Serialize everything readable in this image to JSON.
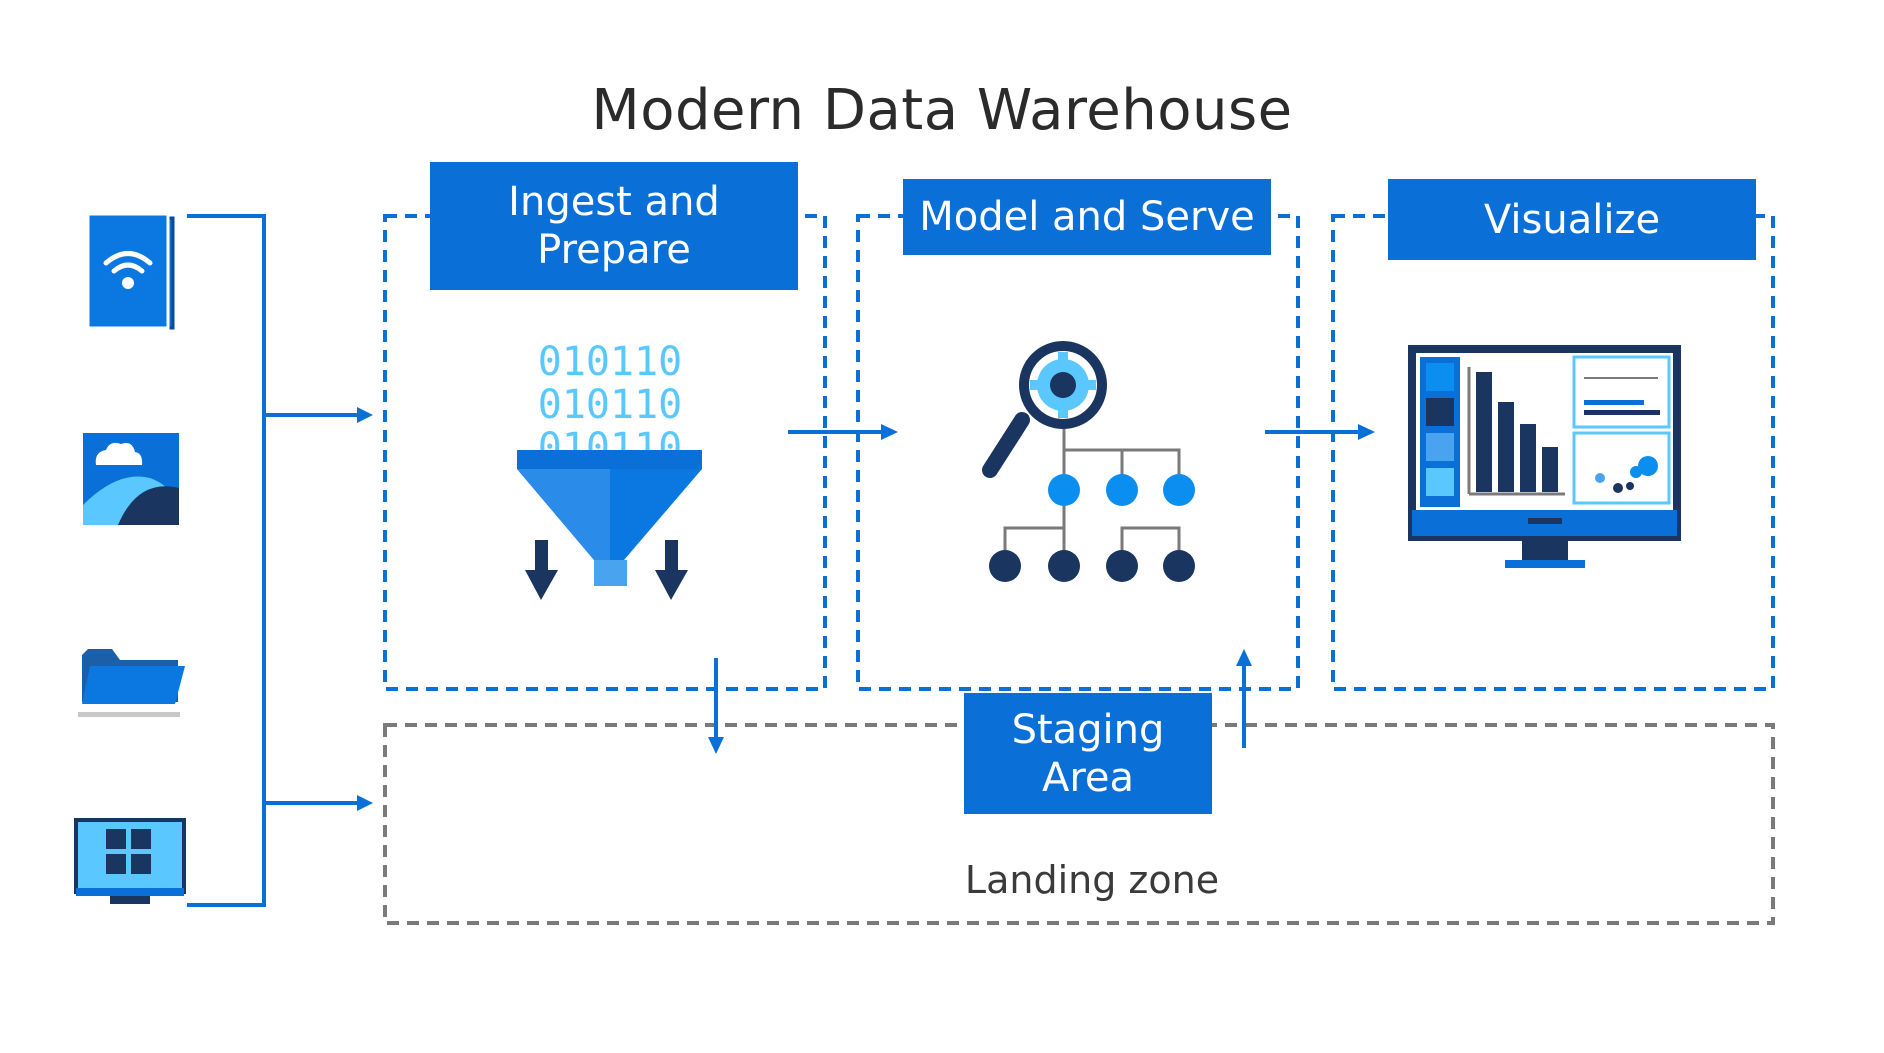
{
  "title": "Modern Data Warehouse",
  "stages": {
    "ingest": "Ingest and Prepare",
    "model": "Model and Serve",
    "visualize": "Visualize",
    "staging": "Staging Area"
  },
  "landing_zone": "Landing zone",
  "binary_rows": [
    "010110",
    "010110",
    "010110"
  ],
  "sources": [
    "iot-device-icon",
    "cloud-storage-icon",
    "folder-icon",
    "windows-pc-icon"
  ],
  "colors": {
    "primary": "#0a6fd6",
    "dark": "#1a3560",
    "light": "#5ac8ff",
    "gray": "#7a7a7a"
  }
}
